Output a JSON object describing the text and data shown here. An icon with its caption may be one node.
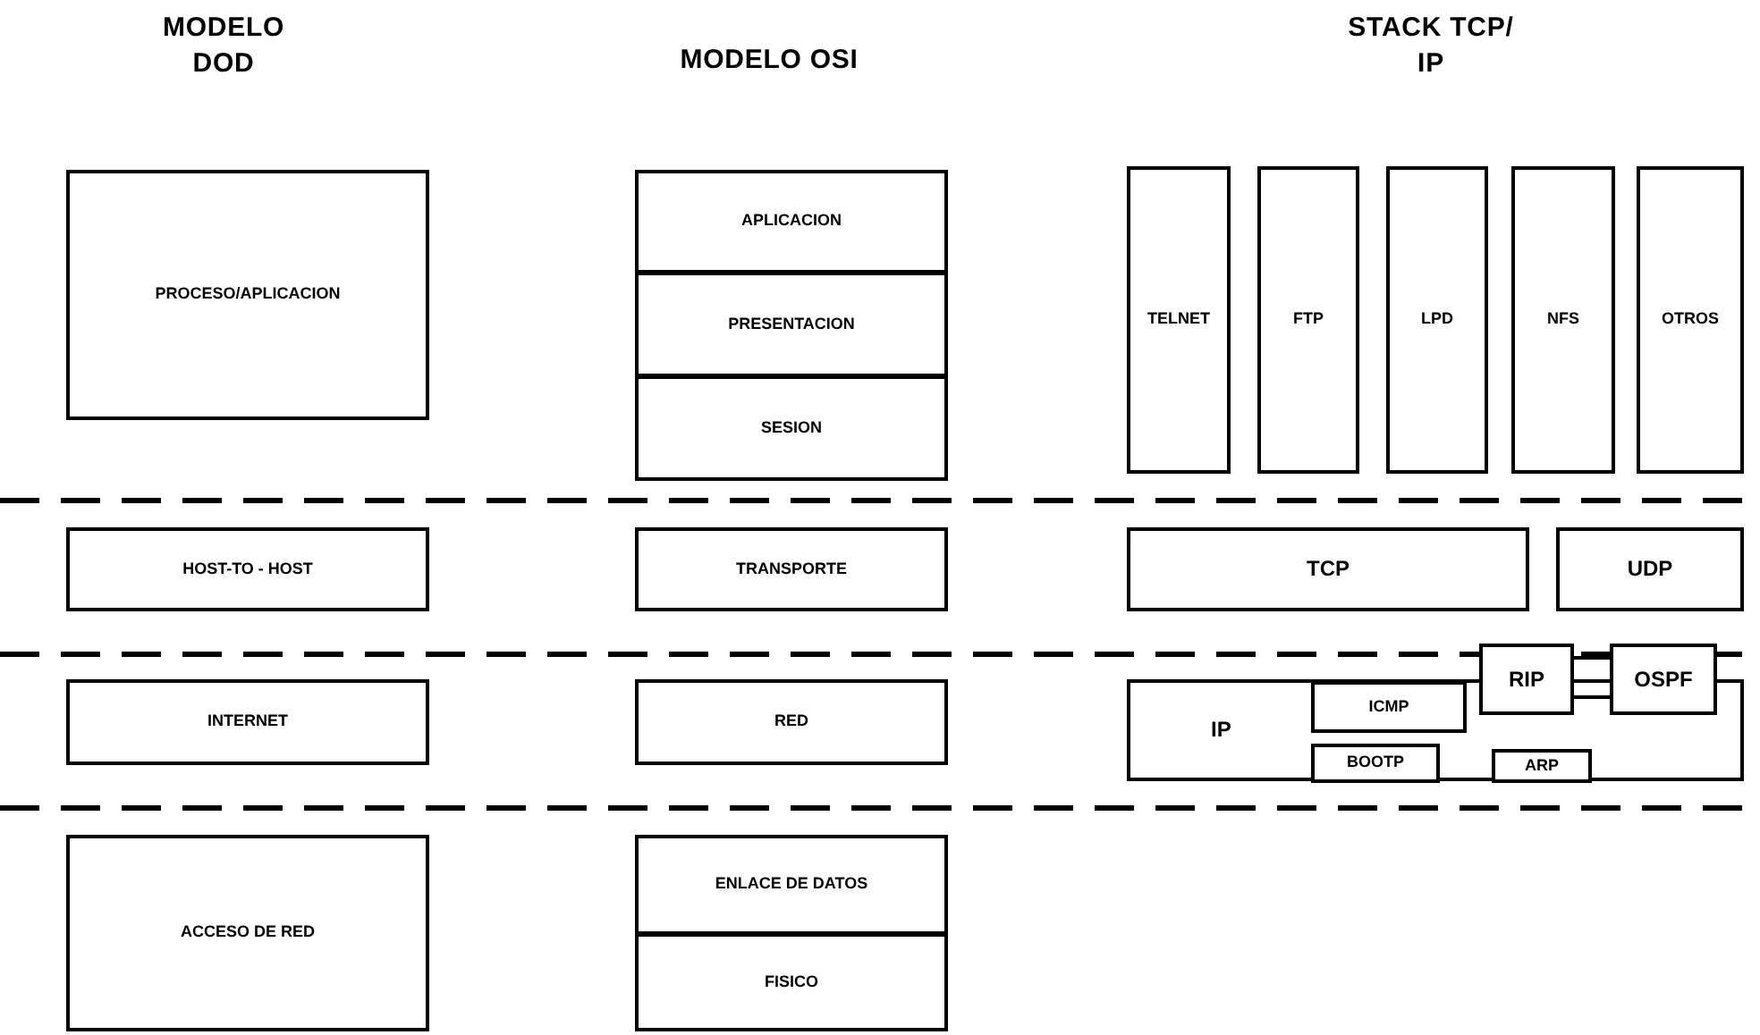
{
  "diagram": {
    "nodes": [
      {
        "text": [
          "PROCESO/APLICACION"
        ]
      },
      {
        "text": [
          "HOST-TO - HOST"
        ]
      },
      {
        "text": [
          "INTERNET"
        ]
      },
      {
        "text": [
          "ACCESO DE RED"
        ]
      },
      {
        "text": [
          "APLICACION"
        ]
      },
      {
        "text": [
          "PRESENTACION"
        ]
      },
      {
        "text": [
          "SESION"
        ]
      },
      {
        "text": [
          "TRANSPORTE"
        ]
      },
      {
        "text": [
          "RED"
        ]
      },
      {
        "text": [
          "ENLACE DE DATOS"
        ]
      },
      {
        "text": [
          "FISICO"
        ]
      },
      {
        "text": [
          "TELNET"
        ]
      },
      {
        "text": [
          "FTP"
        ]
      },
      {
        "text": [
          "LPD"
        ]
      },
      {
        "text": [
          "NFS"
        ]
      },
      {
        "text": [
          "OTROS"
        ]
      },
      {
        "text": [
          "TCP"
        ]
      },
      {
        "text": [
          "UDP"
        ]
      },
      {
        "text": [
          "IP"
        ]
      },
      {
        "text": [
          "ICMP"
        ],
        "in": 18
      },
      {
        "text": [
          "BOOTP"
        ],
        "in": 18
      },
      {
        "text": [
          "ARP"
        ],
        "in": 18
      },
      {
        "text": [
          "RIP"
        ]
      },
      {
        "text": [
          "OSPF"
        ]
      }
    ],
    "edges": [
      {
        "from": 22,
        "to": 23,
        "arrow": "none"
      },
      {
        "from": 22,
        "to": 23,
        "arrow": "none"
      }
    ],
    "labels": [
      "MODELO DOD",
      "MODELO OSI",
      "STACK TCP/ IP"
    ]
  }
}
